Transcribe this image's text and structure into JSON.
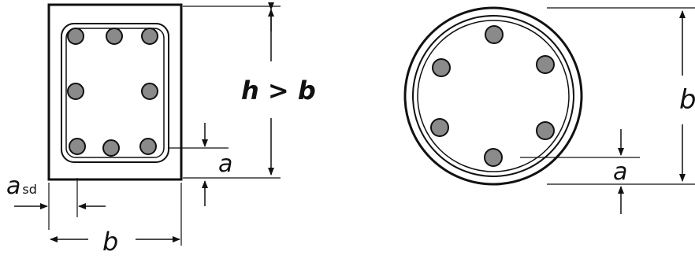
{
  "labels": {
    "h_gt_b": "h > b",
    "a_rect": "a",
    "a_sd_main": "a",
    "a_sd_sub": "sd",
    "b_rect": "b",
    "b_circle": "b",
    "a_circle": "a"
  },
  "colors": {
    "ink": "#111111",
    "bar_fill": "#8a8a8a",
    "background": "#ffffff"
  }
}
